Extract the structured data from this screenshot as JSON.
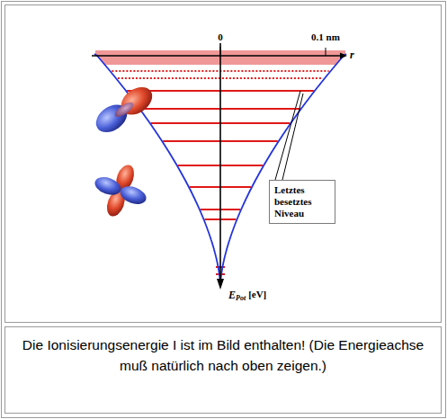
{
  "diagram": {
    "caption": "Die Ionisierungsenergie I ist im Bild enthalten! (Die Energieachse muß natürlich nach oben zeigen.)",
    "nodes": [
      {
        "text": [
          "Letztes besetztes Niveau"
        ]
      }
    ],
    "labels": [
      "0",
      "0.1 nm",
      "r",
      "E",
      "Pot",
      "[eV]"
    ]
  }
}
